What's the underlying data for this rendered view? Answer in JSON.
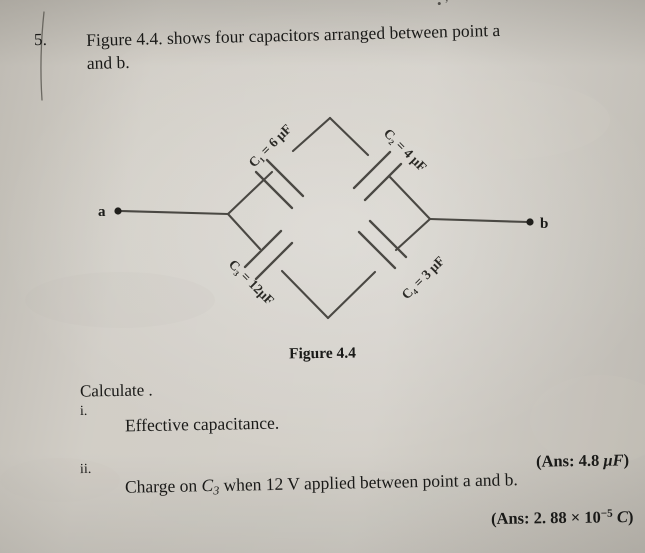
{
  "page": {
    "background_color": "#cdc9c1",
    "ink_color": "#1a1a18",
    "wire_color": "#4a4843"
  },
  "question": {
    "number": "5.",
    "line1": "Figure 4.4. shows four capacitors arranged between point a",
    "line2": "and b."
  },
  "figure": {
    "caption": "Figure 4.4",
    "terminals": {
      "left": "a",
      "right": "b"
    },
    "capacitors": [
      {
        "id": "C1",
        "label": "C₁ = 6 μF",
        "name": "C₁",
        "value": "6",
        "unit": "μF",
        "branch": "upper-left"
      },
      {
        "id": "C2",
        "label": "C₂ = 4 μF",
        "name": "C₂",
        "value": "4",
        "unit": "μF",
        "branch": "upper-right"
      },
      {
        "id": "C3",
        "label": "C₃ = 12μF",
        "name": "C₃",
        "value": "12",
        "unit": "μF",
        "branch": "lower-left"
      },
      {
        "id": "C4",
        "label": "C₄ = 3 μF",
        "name": "C₄",
        "value": "3",
        "unit": "μF",
        "branch": "lower-right"
      }
    ]
  },
  "tasks": {
    "prompt": "Calculate .",
    "items": [
      {
        "marker": "i.",
        "text": "Effective capacitance.",
        "answer": "(Ans: 4.8 μF)",
        "answer_prefix": "(Ans: ",
        "answer_value": "4.8 ",
        "answer_unit": "μF",
        "answer_suffix": ")"
      },
      {
        "marker": "ii.",
        "text_before": "Charge on ",
        "text_symbol": "C",
        "text_symbol_sub": "3",
        "text_after": " when 12 V applied between point a and b.",
        "answer": "(Ans: 2. 88 × 10⁻⁵ C)",
        "answer_prefix": "(Ans: ",
        "answer_mantissa": "2. 88 × 10",
        "answer_exponent": "−5",
        "answer_unit": "C",
        "answer_suffix": ")"
      }
    ]
  },
  "artifacts": {
    "top_fragment": "•’",
    "margin_line": "vertical hand-drawn margin rule through question number"
  }
}
